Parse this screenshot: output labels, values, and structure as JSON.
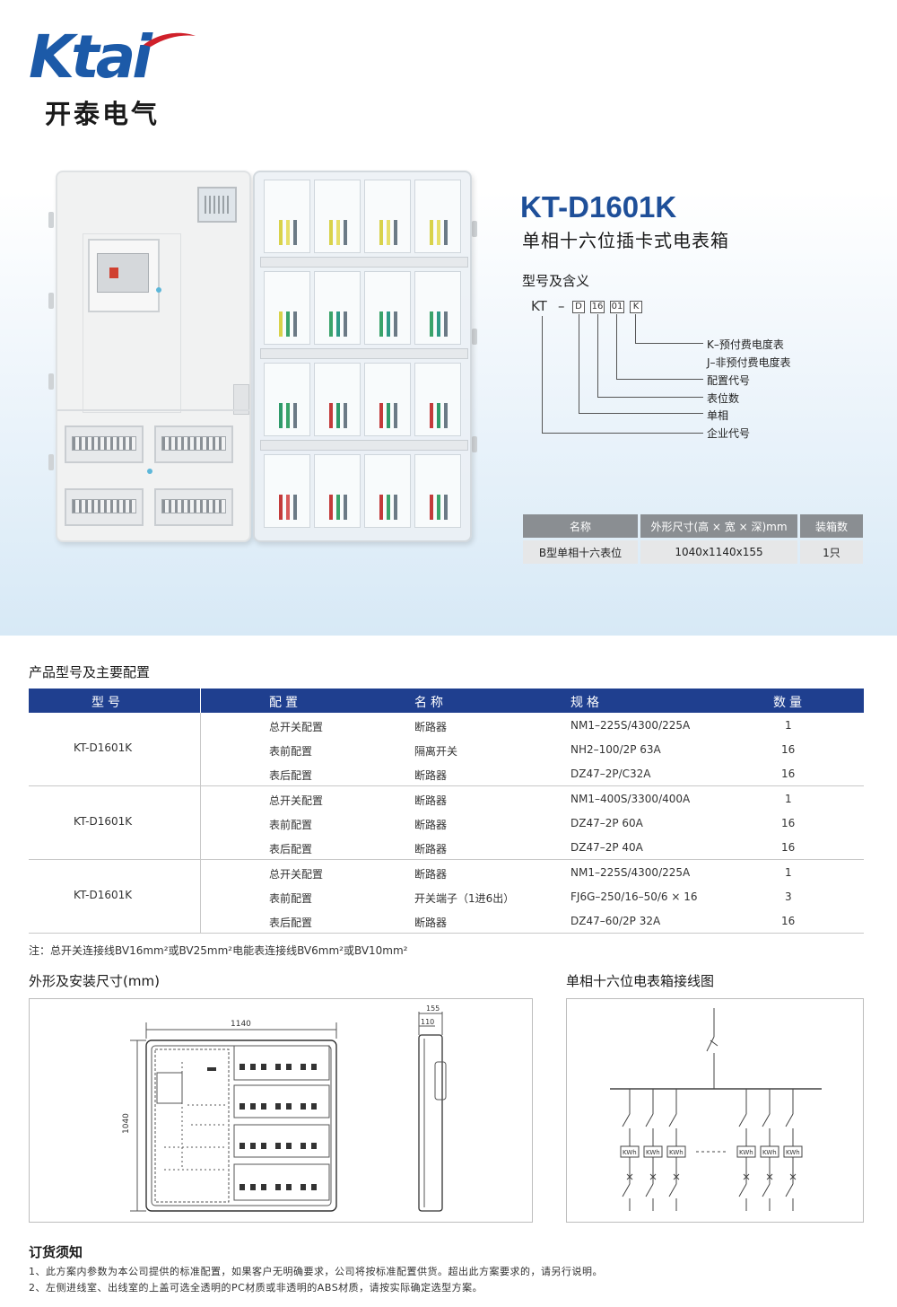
{
  "brand": {
    "logo_text": "Ktai",
    "company_name": "开泰电气",
    "colors": {
      "brand_blue": "#1c5aa8",
      "accent_red": "#d0202a",
      "table_header_navy": "#1f3f8f",
      "spec_header_gray": "#8a8e92"
    }
  },
  "product": {
    "model": "KT-D1601K",
    "name": "单相十六位插卡式电表箱"
  },
  "model_meaning": {
    "heading": "型号及含义",
    "code": {
      "prefix": "KT",
      "dash": "–",
      "boxes": [
        "D",
        "16",
        "01",
        "K"
      ]
    },
    "labels": [
      "K–预付费电度表",
      "J–非预付费电度表",
      "配置代号",
      "表位数",
      "单相",
      "企业代号"
    ]
  },
  "spec_table": {
    "headers": [
      "名称",
      "外形尺寸(高 × 宽 × 深)mm",
      "装箱数"
    ],
    "row": [
      "B型单相十六表位",
      "1040x1140x155",
      "1只"
    ]
  },
  "config": {
    "heading": "产品型号及主要配置",
    "headers": [
      "型号",
      "配置",
      "名称",
      "规格",
      "数量"
    ],
    "groups": [
      {
        "model": "KT-D1601K",
        "rows": [
          [
            "总开关配置",
            "断路器",
            "NM1–225S/4300/225A",
            "1"
          ],
          [
            "表前配置",
            "隔离开关",
            "NH2–100/2P 63A",
            "16"
          ],
          [
            "表后配置",
            "断路器",
            "DZ47–2P/C32A",
            "16"
          ]
        ]
      },
      {
        "model": "KT-D1601K",
        "rows": [
          [
            "总开关配置",
            "断路器",
            "NM1–400S/3300/400A",
            "1"
          ],
          [
            "表前配置",
            "断路器",
            "DZ47–2P 60A",
            "16"
          ],
          [
            "表后配置",
            "断路器",
            "DZ47–2P 40A",
            "16"
          ]
        ]
      },
      {
        "model": "KT-D1601K",
        "rows": [
          [
            "总开关配置",
            "断路器",
            "NM1–225S/4300/225A",
            "1"
          ],
          [
            "表前配置",
            "开关端子（1进6出）",
            "FJ6G–250/16–50/6 × 16",
            "3"
          ],
          [
            "表后配置",
            "断路器",
            "DZ47–60/2P 32A",
            "16"
          ]
        ]
      }
    ],
    "note": "注：总开关连接线BV16mm²或BV25mm²电能表连接线BV6mm²或BV10mm²"
  },
  "dimensions": {
    "heading": "外形及安装尺寸(mm)",
    "width_label": "1140",
    "height_label": "1040",
    "depth_label": "155",
    "inner_depth_label": "110"
  },
  "wiring": {
    "heading": "单相十六位电表箱接线图",
    "meter_label": "KWh"
  },
  "notice": {
    "heading": "订货须知",
    "items": [
      "1、此方案内参数为本公司提供的标准配置，如果客户无明确要求，公司将按标准配置供货。超出此方案要求的，请另行说明。",
      "2、左侧进线室、出线室的上盖可选全透明的PC材质或非透明的ABS材质，请按实际确定选型方案。"
    ]
  }
}
